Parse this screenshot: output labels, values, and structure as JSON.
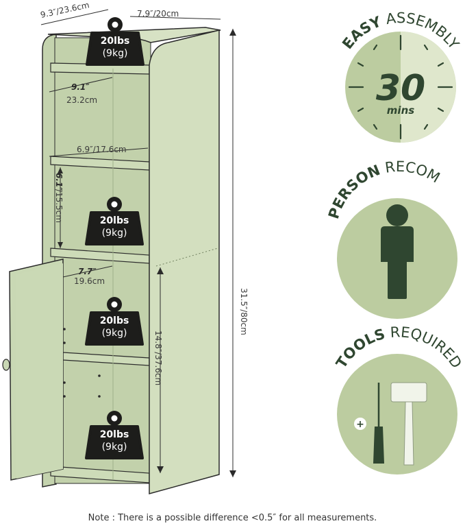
{
  "cabinet": {
    "top_depth": "9.3″/23.6cm",
    "top_width": "7.9″/20cm",
    "shelf_depth_num": "9.1″",
    "shelf_depth_cm": "23.2cm",
    "shelf_width": "6.9″/17.6cm",
    "shelf_height_num": "6.1″",
    "shelf_height_cm": "/15.5cm",
    "height_total": "31.5″/80cm",
    "inner_depth_num": "7.7″",
    "inner_depth_cm": "19.6cm",
    "inner_height": "14.8″/37.6cm"
  },
  "weights": {
    "top": {
      "lbs": "20lbs",
      "kg": "(9kg)"
    },
    "mid": {
      "lbs": "20lbs",
      "kg": "(9kg)"
    },
    "low": {
      "lbs": "20lbs",
      "kg": "(9kg)"
    },
    "bottom": {
      "lbs": "20lbs",
      "kg": "(9kg)"
    }
  },
  "badges": {
    "assembly": {
      "bold": "EASY",
      "rest": " ASSEMBLY",
      "number": "30",
      "unit": "mins"
    },
    "person": {
      "bold": "1 PERSON",
      "rest": " RECOMM."
    },
    "tools": {
      "bold": "TOOLS",
      "rest": " REQUIRED",
      "plus": "+"
    }
  },
  "note": "Note : There is a possible difference <0.5″ for all measurements.",
  "colors": {
    "cabinet_front": "#c9d8b4",
    "cabinet_side": "#d3dfbf",
    "cabinet_inner": "#c4d3ae",
    "badge_light": "#bccca0",
    "badge_pale": "#dfe7cc",
    "dark_green": "#2f4630",
    "weight_black": "#1d1d1b"
  }
}
